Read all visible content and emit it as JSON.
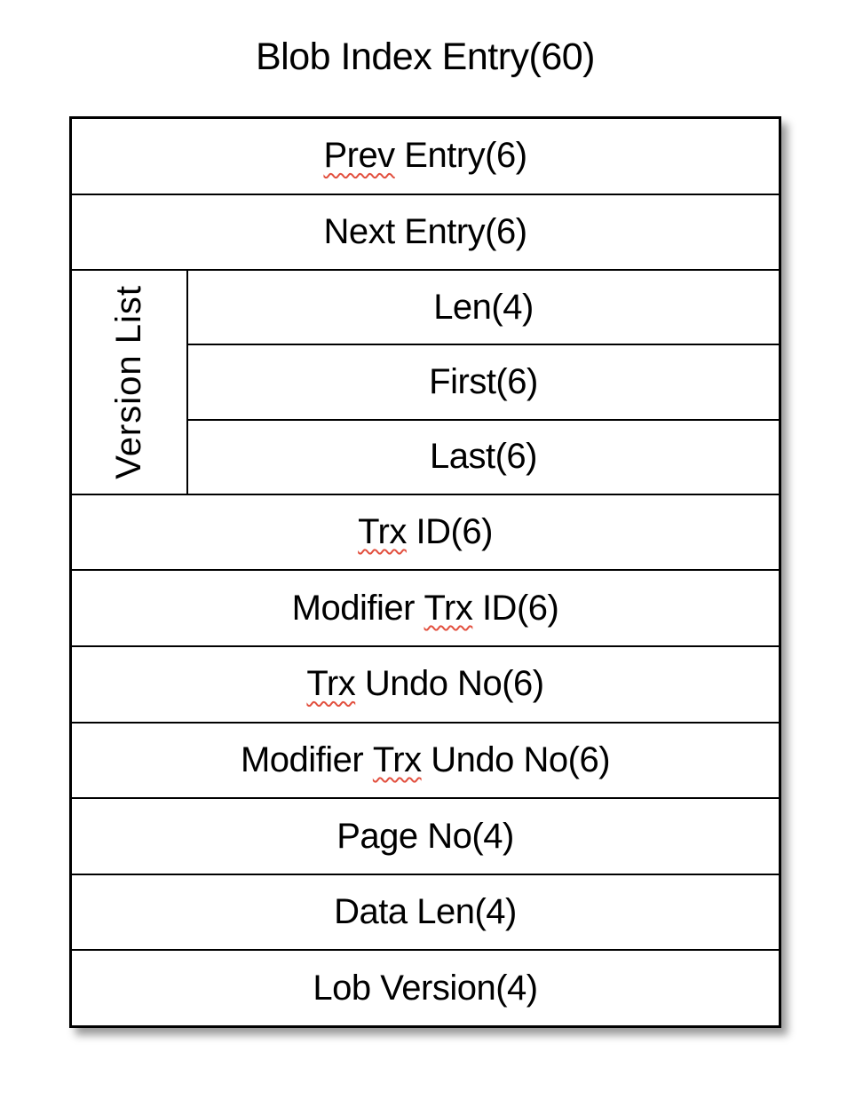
{
  "title": "Blob Index Entry(60)",
  "colors": {
    "background": "#ffffff",
    "border": "#000000",
    "text": "#000000",
    "spellcheck_underline": "#e2503f"
  },
  "table": {
    "rows_top": [
      {
        "pre": "",
        "flagged": "Prev",
        "post": " Entry(6)"
      },
      {
        "pre": "Next Entry(6)",
        "flagged": "",
        "post": ""
      }
    ],
    "version_group": {
      "label": "Version List",
      "rows": [
        {
          "pre": "Len(4)",
          "flagged": "",
          "post": ""
        },
        {
          "pre": "First(6)",
          "flagged": "",
          "post": ""
        },
        {
          "pre": "Last(6)",
          "flagged": "",
          "post": ""
        }
      ]
    },
    "rows_bottom": [
      {
        "pre": "",
        "flagged": "Trx",
        "post": " ID(6)"
      },
      {
        "pre": "Modifier ",
        "flagged": "Trx",
        "post": " ID(6)"
      },
      {
        "pre": "",
        "flagged": "Trx",
        "post": " Undo No(6)"
      },
      {
        "pre": "Modifier ",
        "flagged": "Trx",
        "post": " Undo No(6)"
      },
      {
        "pre": "Page No(4)",
        "flagged": "",
        "post": ""
      },
      {
        "pre": "Data Len(4)",
        "flagged": "",
        "post": ""
      },
      {
        "pre": "Lob Version(4)",
        "flagged": "",
        "post": ""
      }
    ]
  }
}
